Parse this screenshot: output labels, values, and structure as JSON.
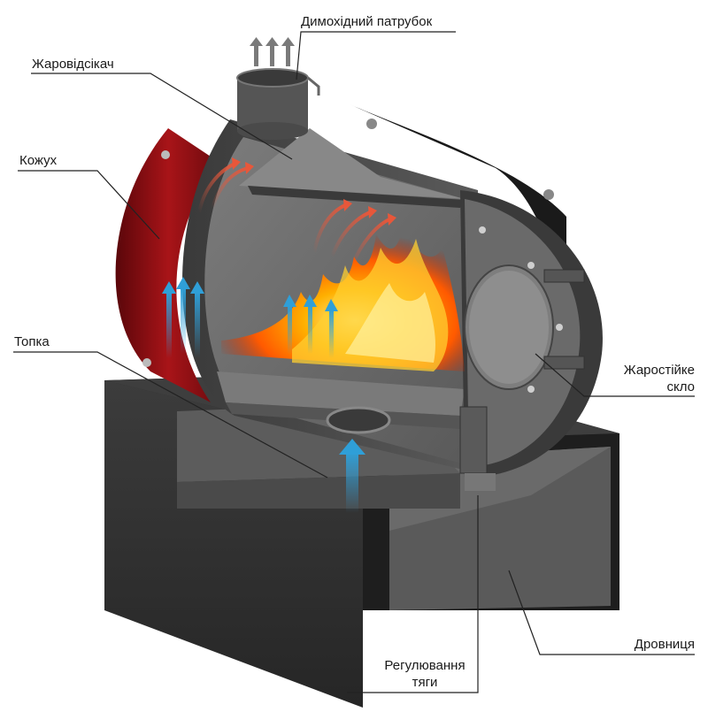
{
  "diagram": {
    "labels": {
      "chimney": "Димохідний патрубок",
      "flame_deflector": "Жаровідсікач",
      "casing": "Кожух",
      "firebox": "Топка",
      "glass_line1": "Жаростійке",
      "glass_line2": "скло",
      "woodstore": "Дровниця",
      "draft_line1": "Регулювання",
      "draft_line2": "тяги"
    },
    "colors": {
      "background": "#ffffff",
      "steel_dark": "#2a2a2a",
      "steel_mid": "#5e5e5e",
      "steel_light": "#8a8a8a",
      "casing_red": "#8e0f14",
      "flame_orange": "#ff7a00",
      "hot_air": "#e8573a",
      "cold_air": "#2f9fd8",
      "leader_line": "#222222"
    }
  }
}
